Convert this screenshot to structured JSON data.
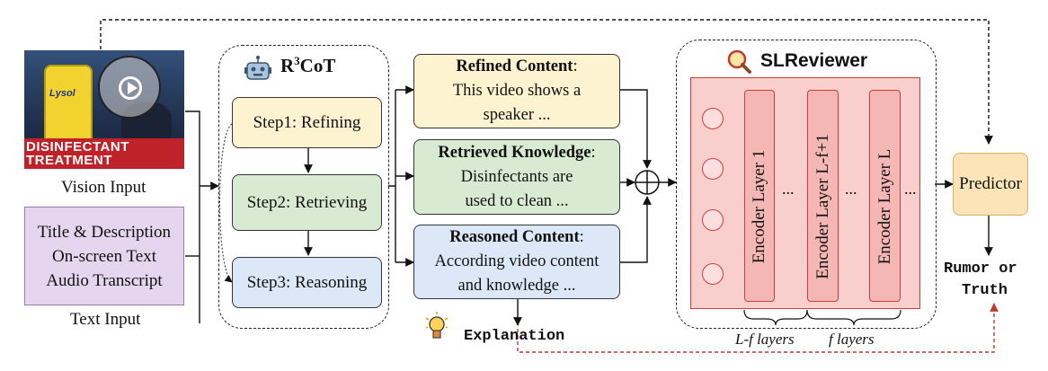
{
  "video": {
    "banner_line1": "DISINFECTANT",
    "banner_line2": "TREATMENT",
    "product_label": "Lysol"
  },
  "inputs": {
    "vision_label": "Vision Input",
    "text_lines": [
      "Title & Description",
      "On-screen Text",
      "Audio Transcript"
    ],
    "text_label": "Text Input"
  },
  "r3cot": {
    "title_prefix": "R",
    "title_sup": "3",
    "title_suffix": "CoT",
    "steps": [
      "Step1: Refining",
      "Step2: Retrieving",
      "Step3: Reasoning"
    ]
  },
  "outputs": [
    {
      "title": "Refined Content",
      "colon": ":",
      "lines": [
        "This video shows a",
        "speaker ..."
      ]
    },
    {
      "title": "Retrieved Knowledge",
      "colon": ":",
      "lines": [
        "Disinfectants are",
        "used to clean ..."
      ]
    },
    {
      "title": "Reasoned Content",
      "colon": ":",
      "lines": [
        "According video content",
        "and knowledge ..."
      ]
    }
  ],
  "explanation": "Explanation",
  "slreviewer": {
    "title": "SLReviewer",
    "layers": [
      "Encoder Layer 1",
      "Encoder Layer L-f+1",
      "Encoder Layer L"
    ],
    "ellipsis": "...",
    "brace_left": "L-f layers",
    "brace_right": "f layers"
  },
  "predictor": "Predictor",
  "result_line1": "Rumor or",
  "result_line2": "Truth",
  "colors": {
    "refined_bg": "#fdf3d0",
    "retrieved_bg": "#d9ead3",
    "reasoned_bg": "#dce8f8",
    "text_input_bg": "#e6d5ee",
    "slreviewer_bg": "#f8cfcd",
    "encoder_bg": "#f5b7b4",
    "predictor_bg": "#fde4b8",
    "explanation_arrow": "#c0392b"
  }
}
